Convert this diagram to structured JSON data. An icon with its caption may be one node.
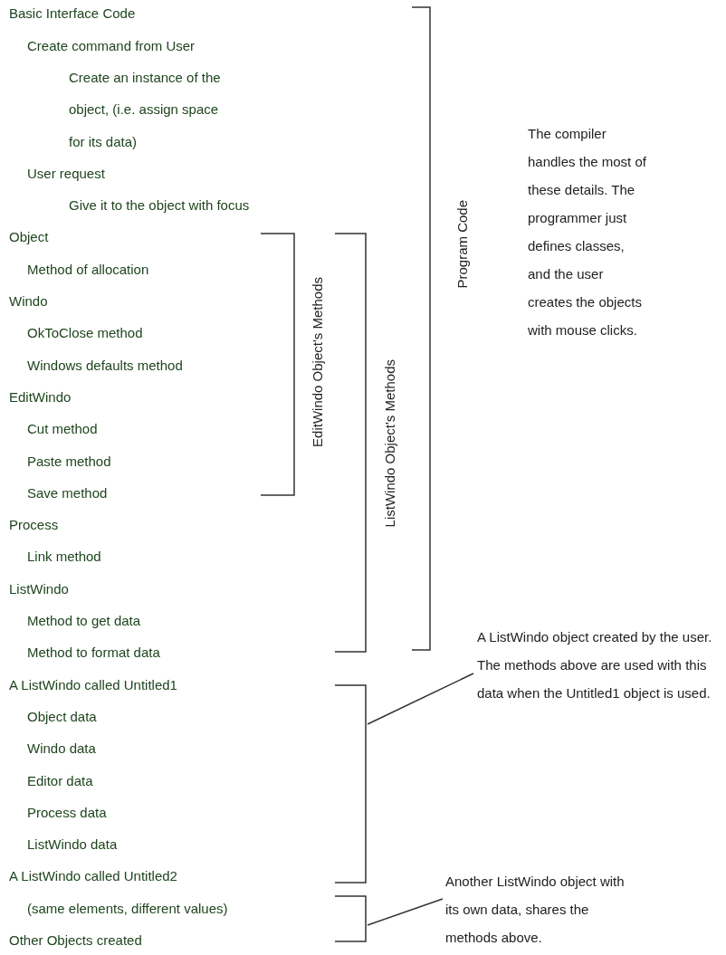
{
  "diagram": {
    "nodes": [
      {
        "text": [
          "A ListWindo object created by the user. The methods above are used with this data when the Untitled1 object is used."
        ]
      },
      {
        "text": [],
        "shape": "bracket"
      },
      {
        "text": [
          "Another ListWindo object with its own data, shares the methods above."
        ]
      },
      {
        "text": [],
        "shape": "bracket"
      }
    ],
    "edges": [
      {
        "from": 0,
        "to": 1,
        "arrow": "none"
      },
      {
        "from": 2,
        "to": 3,
        "arrow": "none"
      }
    ],
    "labels": [
      "Basic Interface Code",
      "Create command from User",
      "Create an instance of the object, (i.e. assign space for its data)",
      "User request",
      "Give it to the object with focus",
      "Object",
      "Method of allocation",
      "Windo",
      "OkToClose method",
      "Windows defaults method",
      "EditWindo",
      "Cut method",
      "Paste method",
      "Save method",
      "Process",
      "Link method",
      "ListWindo",
      "Method to get data",
      "Method to format data",
      "A ListWindo called Untitled1",
      "Object data",
      "Windo data",
      "Editor data",
      "Process data",
      "ListWindo data",
      "A ListWindo called Untitled2",
      "(same elements, different values)",
      "Other Objects created",
      "Program Code",
      "EditWindo Object's Methods",
      "ListWindo Object's Methods",
      "The compiler handles the most of these details. The programmer just defines classes, and the user creates the objects with mouse clicks."
    ]
  }
}
